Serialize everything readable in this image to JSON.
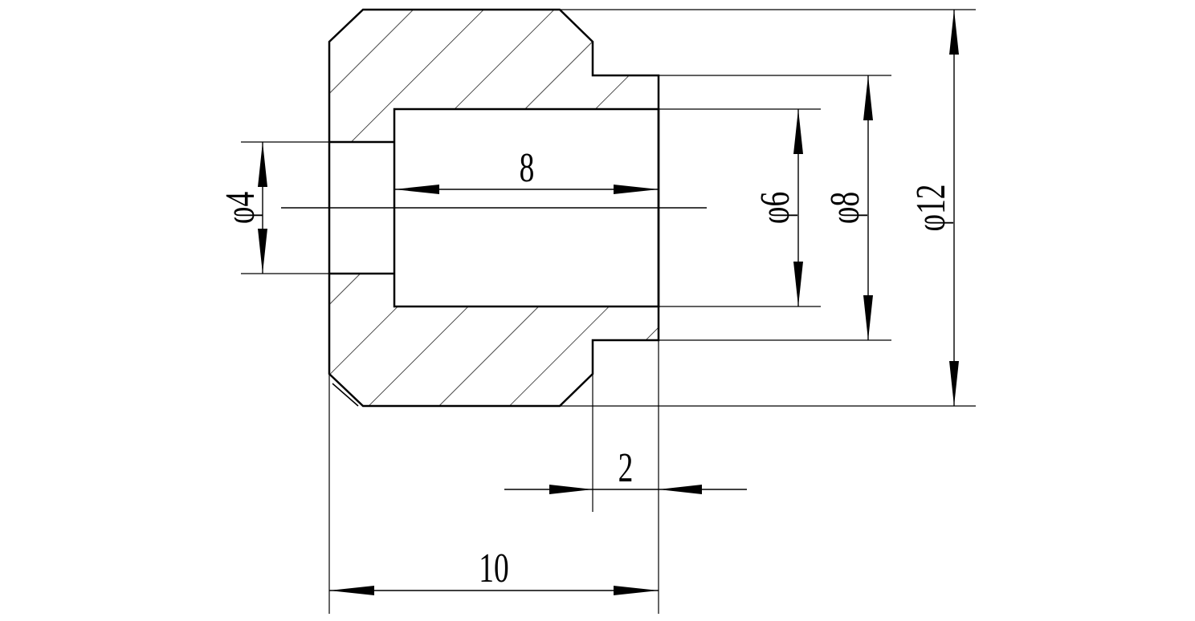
{
  "dimensions": {
    "bore_length": "8",
    "overall_length": "10",
    "step_length": "2",
    "dia_small_hole": "φ4",
    "dia_bore": "φ6",
    "dia_step": "φ8",
    "dia_outer": "φ12"
  },
  "colors": {
    "line": "#000000",
    "background": "#ffffff"
  }
}
